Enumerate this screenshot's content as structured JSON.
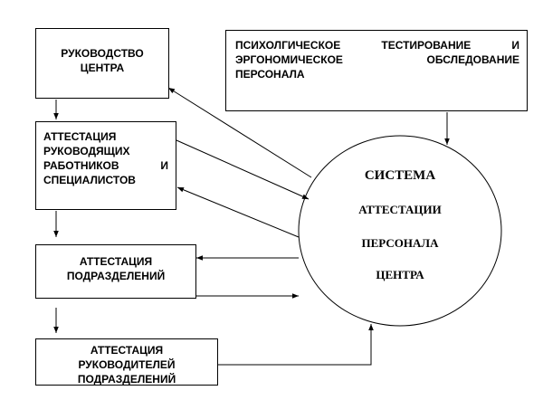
{
  "boxes": {
    "management": {
      "lines": [
        "РУКОВОДСТВО",
        "ЦЕНТРА"
      ]
    },
    "attestation_managers": {
      "lines": [
        "АТТЕСТАЦИЯ",
        "РУКОВОДЯЩИХ",
        "РАБОТНИКОВ И",
        "СПЕЦИАЛИСТОВ"
      ]
    },
    "attestation_units": {
      "lines": [
        "АТТЕСТАЦИЯ",
        "ПОДРАЗДЕЛЕНИЙ"
      ]
    },
    "attestation_unit_heads": {
      "lines": [
        "АТТЕСТАЦИЯ",
        "РУКОВОДИТЕЛЕЙ",
        "ПОДРАЗДЕЛЕНИЙ"
      ]
    },
    "testing": {
      "lines": [
        "ПСИХОЛГИЧЕСКОЕ ТЕСТИРОВАНИЕ И",
        "ЭРГОНОМИЧЕСКОЕ ОБСЛЕДОВАНИЕ",
        "ПЕРСОНАЛА"
      ]
    }
  },
  "system": {
    "title": "СИСТЕМА",
    "line1": "АТТЕСТАЦИИ",
    "line2": "ПЕРСОНАЛА",
    "line3": "ЦЕНТРА"
  }
}
